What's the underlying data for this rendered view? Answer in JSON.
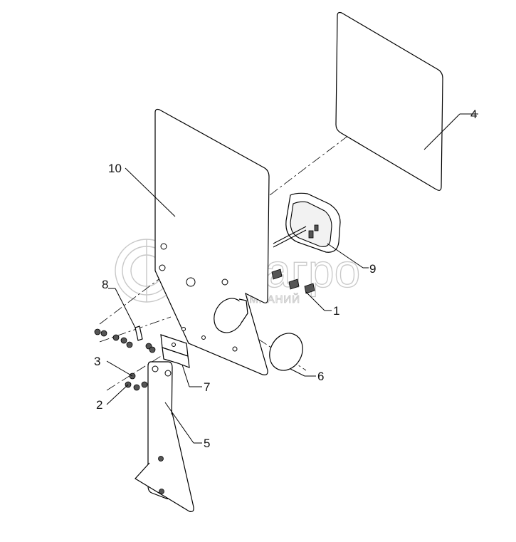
{
  "watermark": {
    "brand": "белагро",
    "tagline": "ГРУППА КОМПАНИЙ"
  },
  "corner_mark": "",
  "callouts": {
    "c1": "1",
    "c2": "2",
    "c3": "3",
    "c4": "4",
    "c5": "5",
    "c6": "6",
    "c7": "7",
    "c8": "8",
    "c9": "9",
    "c10": "10"
  }
}
